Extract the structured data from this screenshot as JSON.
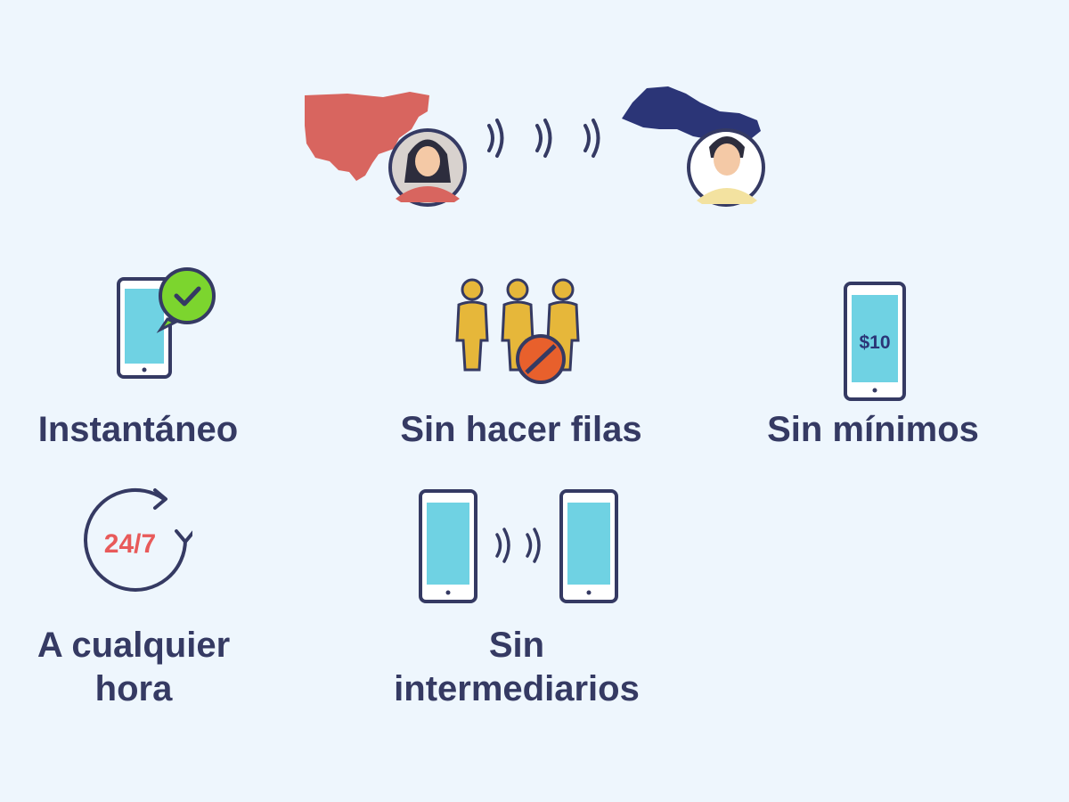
{
  "header": {
    "origin_map": "usa-map",
    "destination_map": "el-salvador-map",
    "sender": "woman-avatar",
    "receiver": "man-avatar",
    "transfer_icon": "signal-waves-icon"
  },
  "features": [
    {
      "label": "Instantáneo",
      "icon": "phone-checkmark-icon"
    },
    {
      "label": "Sin hacer filas",
      "icon": "no-queue-people-icon"
    },
    {
      "label": "Sin mínimos",
      "icon": "phone-amount-icon",
      "amount": "$10"
    },
    {
      "label": "A cualquier",
      "label2": "hora",
      "icon": "clock-24-7-icon",
      "badge": "24/7"
    },
    {
      "label": "Sin",
      "label2": "intermediarios",
      "icon": "phone-to-phone-icon"
    }
  ],
  "colors": {
    "background": "#eef6fd",
    "text": "#353a63",
    "usa_map": "#d8655f",
    "el_salvador_map": "#2b3577",
    "phone_screen": "#6fd2e3",
    "check_badge": "#7cd52e",
    "people": "#e6b73a",
    "no_sign": "#e8602c",
    "clock_text": "#e85a5a"
  }
}
